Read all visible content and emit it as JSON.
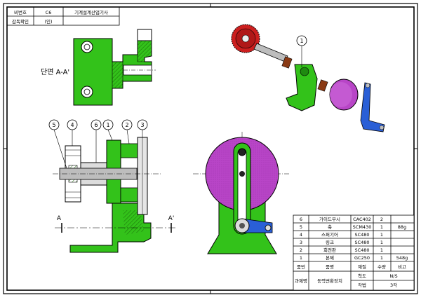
{
  "header_table": {
    "row1": {
      "label": "비번호",
      "code": "C6",
      "title": "기계설계산업기사"
    },
    "row2": {
      "label": "감독확인",
      "stamp": "(인)"
    }
  },
  "section_label": "단면 A-A'",
  "section_marks": {
    "left": "A",
    "right": "A'"
  },
  "balloons": {
    "iso": [
      "1"
    ],
    "front": [
      "5",
      "4",
      "6",
      "1",
      "2",
      "3"
    ]
  },
  "parts_list": {
    "rows": [
      {
        "no": "6",
        "name": "가이드부시",
        "material": "CAC402",
        "qty": "2",
        "note": ""
      },
      {
        "no": "5",
        "name": "축",
        "material": "SCM430",
        "qty": "1",
        "note": "88g"
      },
      {
        "no": "4",
        "name": "스퍼기어",
        "material": "SC480",
        "qty": "1",
        "note": ""
      },
      {
        "no": "3",
        "name": "링크",
        "material": "SC480",
        "qty": "1",
        "note": ""
      },
      {
        "no": "2",
        "name": "회전판",
        "material": "SC480",
        "qty": "1",
        "note": ""
      },
      {
        "no": "1",
        "name": "본체",
        "material": "GC250",
        "qty": "1",
        "note": "548g"
      }
    ],
    "header": {
      "no": "품번",
      "name": "품명",
      "material": "재질",
      "qty": "수량",
      "note": "비고"
    }
  },
  "title_block": {
    "label": "과제명",
    "title": "동력변환장치",
    "scale_label": "척도",
    "scale_value": "N/S",
    "projection_label": "각법",
    "projection_value": "3각"
  },
  "colors": {
    "body_green": "#33c21a",
    "gear_red": "#cc1f1f",
    "disk_purple": "#b845c7",
    "link_blue": "#2a5fd6",
    "bush_brown": "#8a3a14",
    "shaft_gray": "#bdbdbd"
  }
}
